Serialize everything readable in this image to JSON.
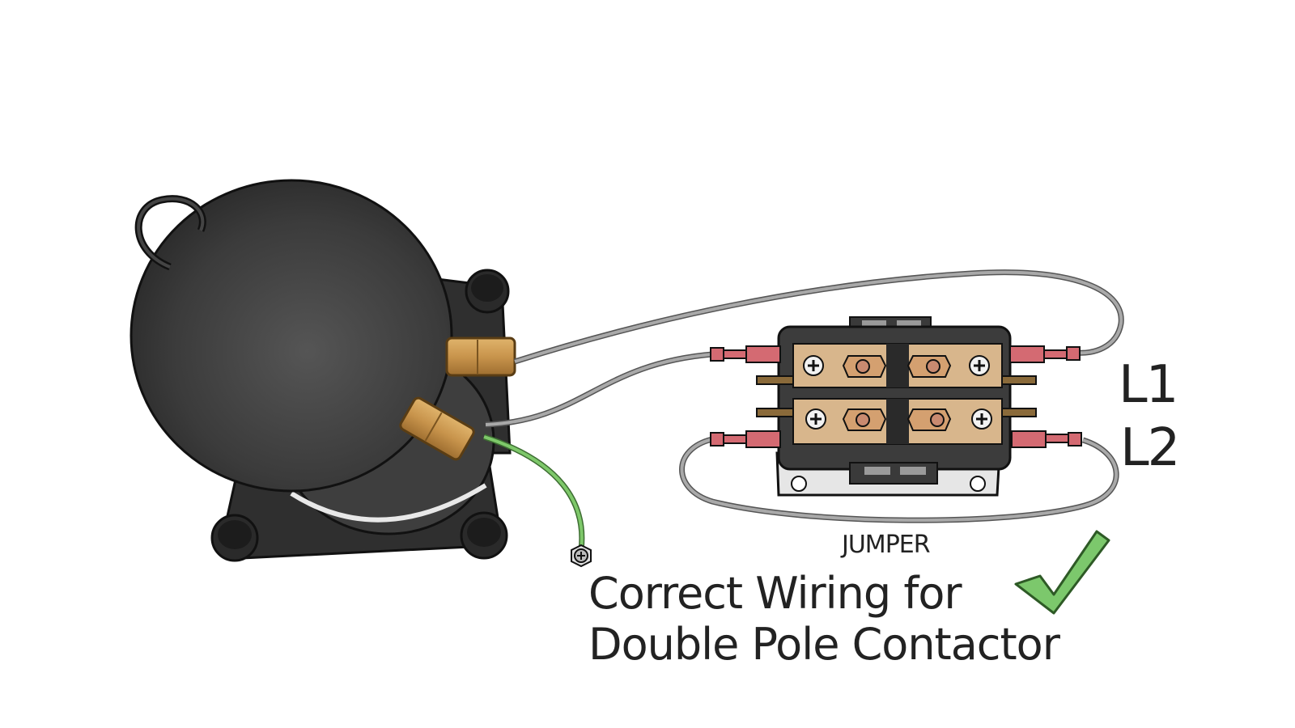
{
  "labels": {
    "line1": "L1",
    "line2": "L2",
    "jumper": "JUMPER",
    "caption_line1": "Correct Wiring for",
    "caption_line2": "Double Pole Contactor"
  },
  "colors": {
    "compressor_body": "#3a3a3a",
    "wire": "#a9a9a9",
    "ground_wire": "#7ec86a",
    "terminal_brass": "#c99a55",
    "terminal_plate": "#d8b68c",
    "spade_connector": "#d46a72",
    "checkmark": "#7cc86c",
    "text": "#222222"
  },
  "icons": [
    "compressor-icon",
    "contactor-icon",
    "ground-screw-icon",
    "checkmark-icon"
  ]
}
